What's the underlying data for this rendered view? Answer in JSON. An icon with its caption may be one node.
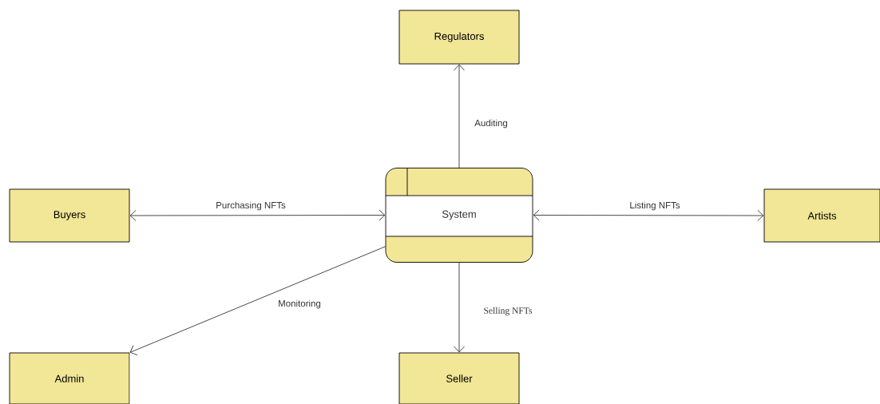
{
  "diagram": {
    "nodes": [
      {
        "text": [
          "Regulators"
        ]
      },
      {
        "text": [
          "Buyers"
        ]
      },
      {
        "text": [
          "System"
        ]
      },
      {
        "text": [
          "Artists"
        ]
      },
      {
        "text": [
          "Admin"
        ]
      },
      {
        "text": [
          "Seller"
        ]
      }
    ],
    "edges": [
      {
        "from": 2,
        "to": 0,
        "arrow": "to",
        "label": "Auditing"
      },
      {
        "from": 1,
        "to": 2,
        "arrow": "both",
        "label": "Purchasing  NFTs"
      },
      {
        "from": 2,
        "to": 3,
        "arrow": "both",
        "label": "Listing  NFTs"
      },
      {
        "from": 2,
        "to": 4,
        "arrow": "to",
        "label": "Monitoring"
      },
      {
        "from": 2,
        "to": 5,
        "arrow": "to",
        "label": "Selling NFTs"
      }
    ]
  }
}
